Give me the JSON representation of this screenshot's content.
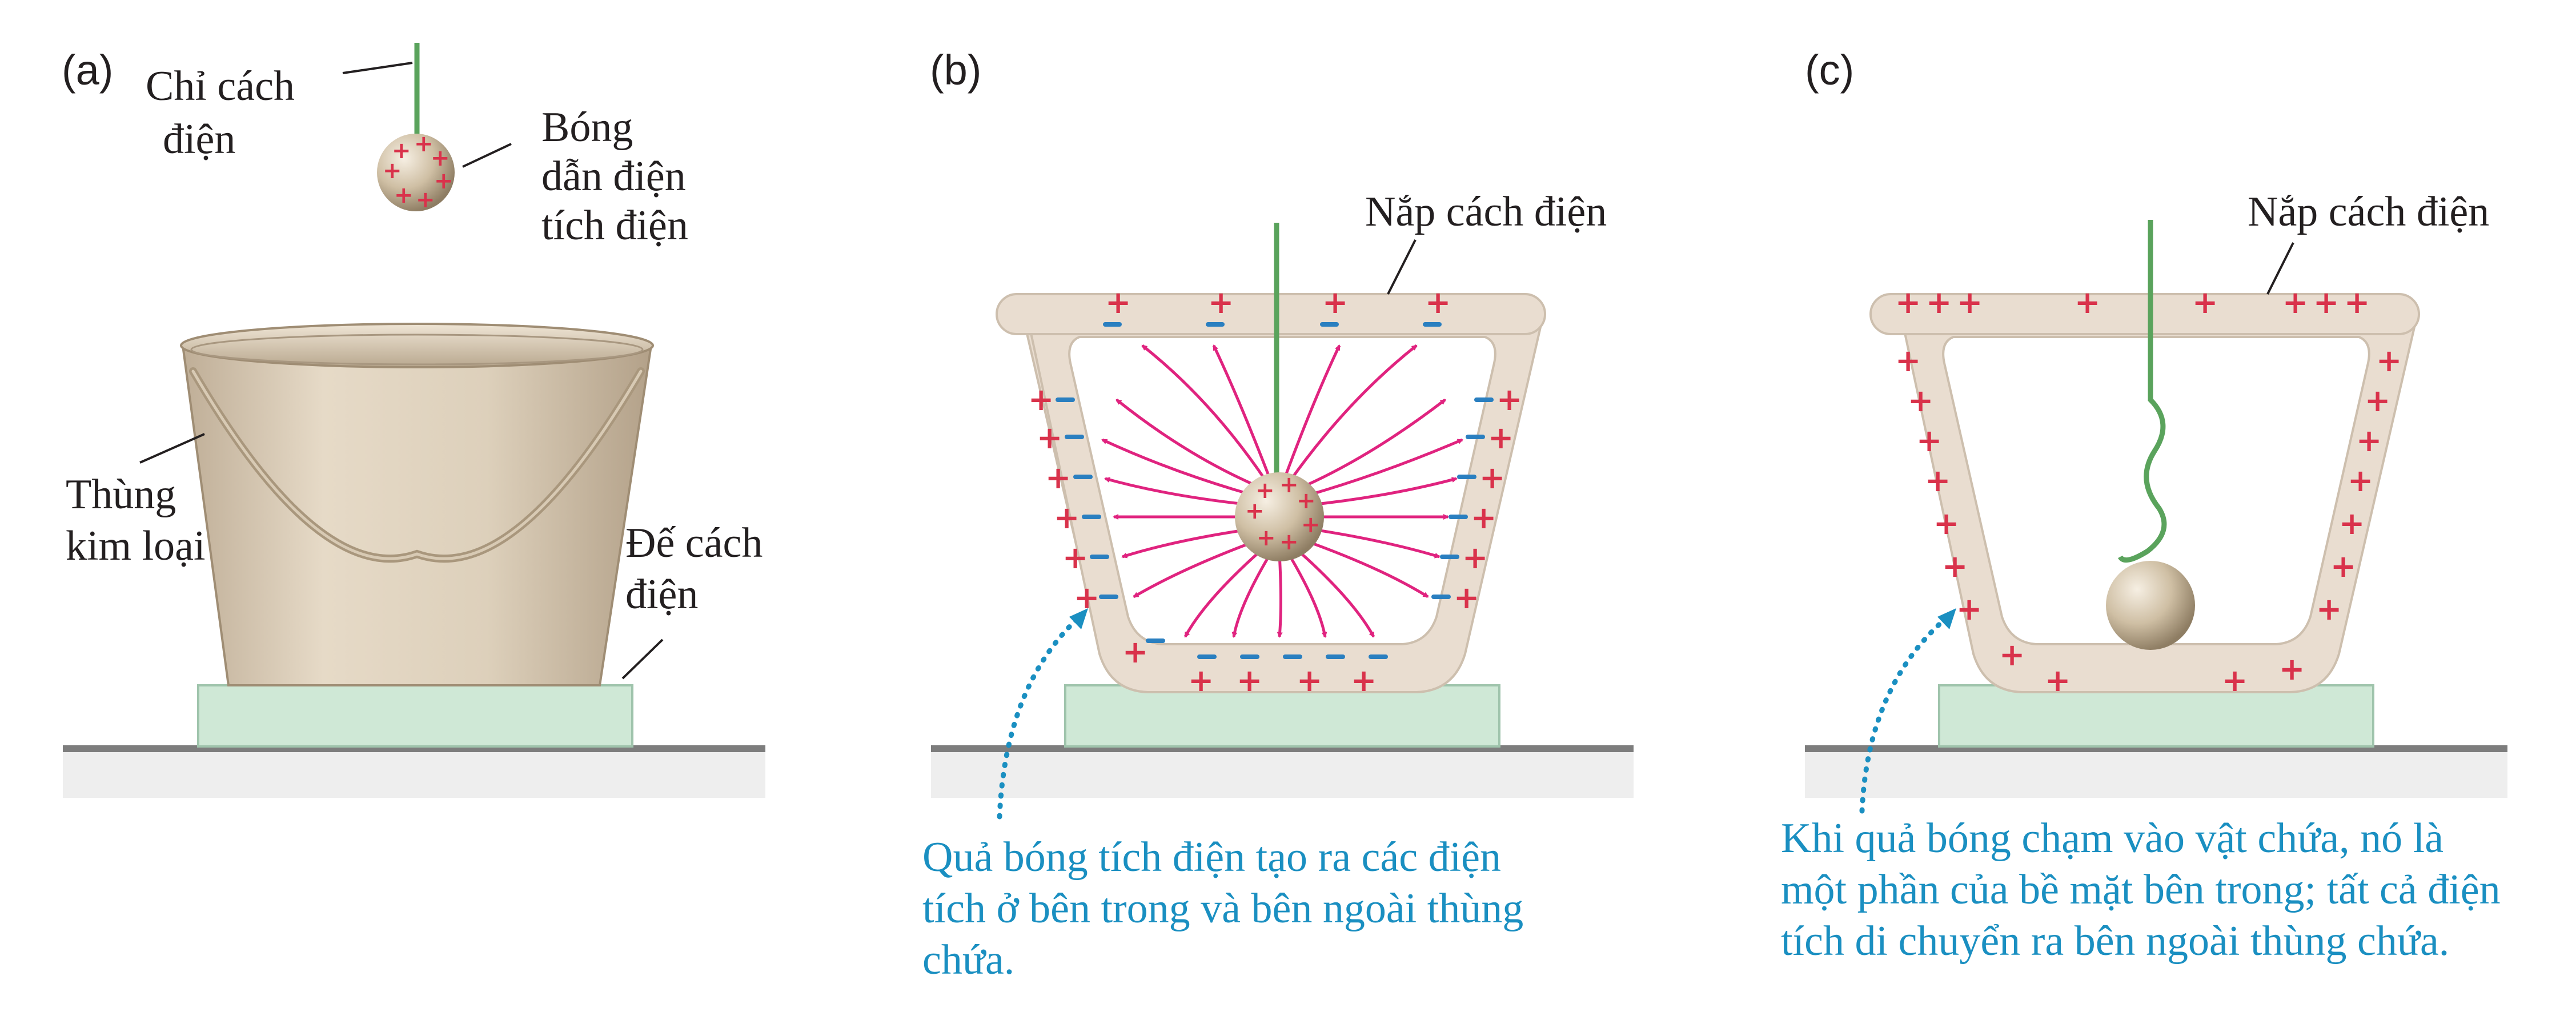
{
  "colors": {
    "metal": "#e9ddd0",
    "metal_edge": "#cdbfae",
    "base": "#cfe8d6",
    "base_edge": "#9fc4ac",
    "ground": "#7d7d7d",
    "thread": "#5aa35c",
    "field_lines": "#e0237f",
    "positive": "#d9324b",
    "negative": "#2a7fc0",
    "caption": "#1a8fc1"
  },
  "panel_a": {
    "tag": "(a)",
    "thread_label": [
      "Chỉ cách",
      "điện"
    ],
    "ball_label": [
      "Bóng",
      "dẫn điện",
      "tích điện"
    ],
    "bucket_label": [
      "Thùng",
      "kim loại"
    ],
    "stand_label": [
      "Đế cách",
      "điện"
    ]
  },
  "panel_b": {
    "tag": "(b)",
    "lid_label": "Nắp cách điện",
    "caption": [
      "Quả bóng tích điện tạo ra các điện",
      "tích ở bên trong và bên ngoài thùng",
      "chứa."
    ]
  },
  "panel_c": {
    "tag": "(c)",
    "lid_label": "Nắp cách điện",
    "caption": [
      "Khi quả bóng chạm vào vật chứa, nó là",
      "một phần của bề mặt bên trong; tất cả điện",
      "tích di chuyển ra bên ngoài thùng chứa."
    ]
  }
}
